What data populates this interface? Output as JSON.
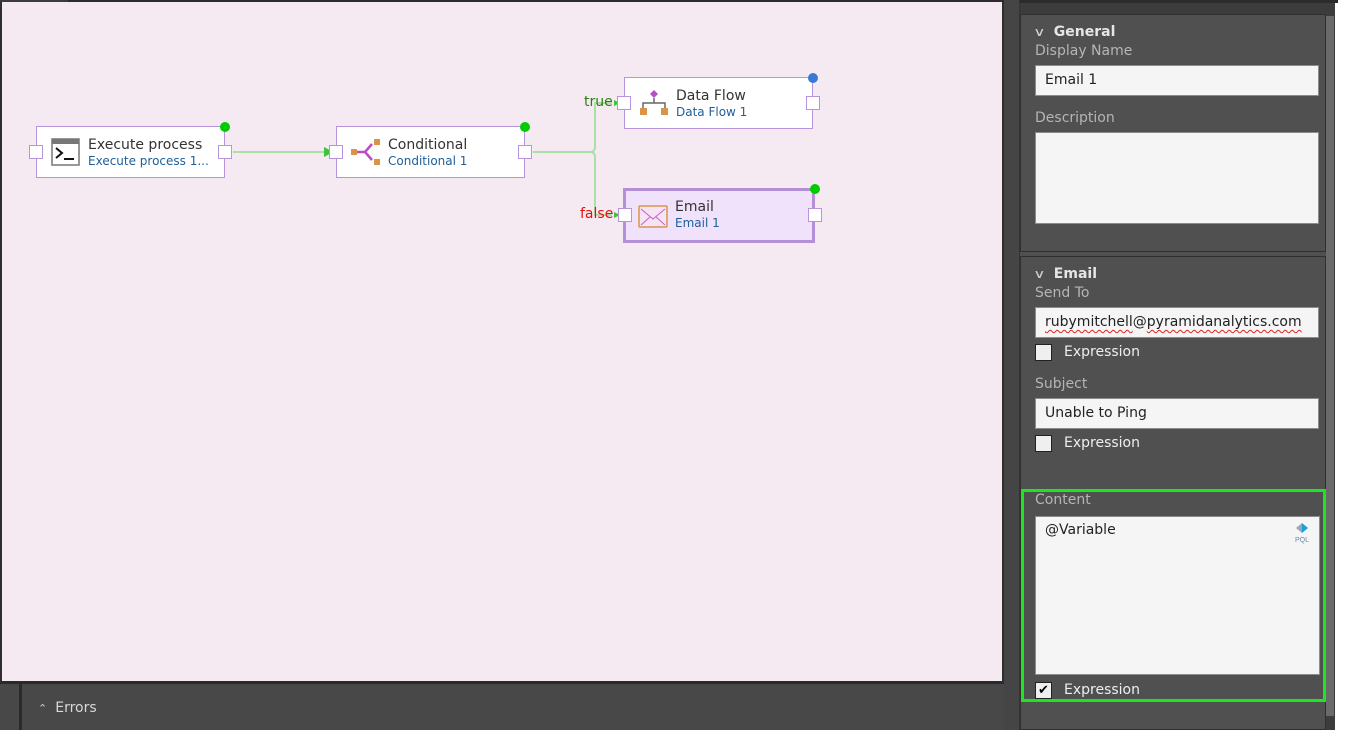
{
  "canvas": {
    "nodes": [
      {
        "id": "execute-process",
        "title": "Execute process",
        "subtitle": "Execute process 1...",
        "icon": "terminal-icon",
        "status": "success",
        "status_color": "#00cc00"
      },
      {
        "id": "conditional",
        "title": "Conditional",
        "subtitle": "Conditional 1",
        "icon": "branch-icon",
        "status": "success",
        "status_color": "#00cc00"
      },
      {
        "id": "data-flow",
        "title": "Data Flow",
        "subtitle": "Data Flow 1",
        "icon": "hierarchy-icon",
        "status": "pending",
        "status_color": "#3a78d8"
      },
      {
        "id": "email",
        "title": "Email",
        "subtitle": "Email 1",
        "icon": "envelope-icon",
        "status": "success",
        "status_color": "#00cc00",
        "selected": true
      }
    ],
    "branch_labels": {
      "true": "true",
      "false": "false"
    },
    "link_color": "#a8e0a8",
    "arrow_color": "#3cc43c"
  },
  "bottom_panel": {
    "label": "Errors",
    "icon": "chevron-up-icon"
  },
  "properties": {
    "general": {
      "header": "General",
      "display_name_label": "Display Name",
      "display_name_value": "Email 1",
      "description_label": "Description",
      "description_value": ""
    },
    "email": {
      "header": "Email",
      "send_to_label": "Send To",
      "send_to_user": "rubymitchell",
      "send_to_at": "@",
      "send_to_domain": "pyramidanalytics.com",
      "send_to_expression_label": "Expression",
      "send_to_expression_checked": false,
      "subject_label": "Subject",
      "subject_value": "Unable to Ping",
      "subject_expression_label": "Expression",
      "subject_expression_checked": false,
      "content_label": "Content",
      "content_value": "@Variable",
      "content_expression_label": "Expression",
      "content_expression_checked": true,
      "content_check_glyph": "✔",
      "pql_badge": "PQL"
    },
    "highlight_color": "#1ee61e"
  }
}
